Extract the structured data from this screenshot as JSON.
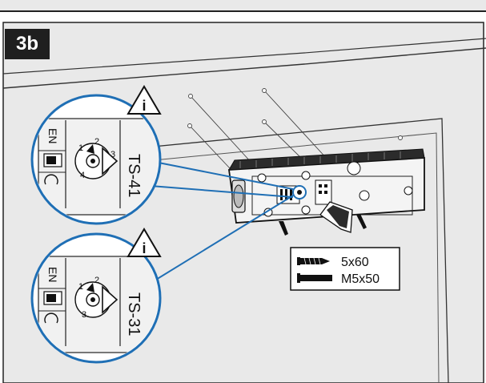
{
  "step": {
    "label": "3b"
  },
  "callouts": [
    {
      "model": "TS-41",
      "lang": "EN",
      "dial_marks": [
        "1",
        "2",
        "3",
        "4"
      ],
      "warning_symbol": "i"
    },
    {
      "model": "TS-31",
      "lang": "EN",
      "dial_marks": [
        "1",
        "2",
        "3"
      ],
      "warning_symbol": "i"
    }
  ],
  "screws": [
    {
      "icon": "wood-screw-icon",
      "label": "5x60"
    },
    {
      "icon": "machine-screw-icon",
      "label": "M5x50"
    }
  ],
  "colors": {
    "callout_ring": "#1f6fb5",
    "badge": "#1f1f1f",
    "panel": "#e9e9e9"
  }
}
